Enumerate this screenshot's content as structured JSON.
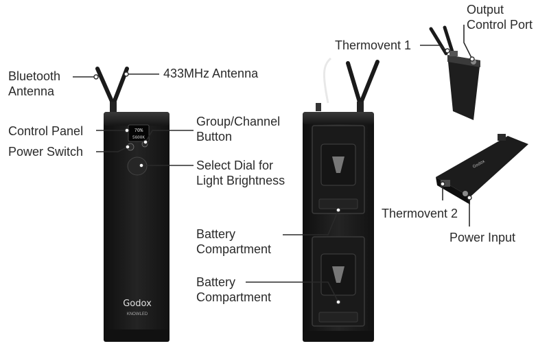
{
  "front_unit": {
    "brand": "Godox",
    "model": "KNOWLED",
    "display_top": "70%",
    "display_bottom": "5600K"
  },
  "labels": {
    "bluetooth_antenna": [
      "Bluetooth",
      "Antenna"
    ],
    "antenna_433": "433MHz Antenna",
    "control_panel": "Control Panel",
    "power_switch": "Power Switch",
    "group_channel": [
      "Group/Channel",
      "Button"
    ],
    "select_dial": [
      "Select Dial for",
      "Light Brightness"
    ],
    "battery_1": [
      "Battery",
      "Compartment"
    ],
    "battery_2": [
      "Battery",
      "Compartment"
    ],
    "thermovent_1": "Thermovent 1",
    "output_port": [
      "Output",
      "Control Port"
    ],
    "thermovent_2": "Thermovent 2",
    "power_input": "Power Input"
  },
  "colors": {
    "body": "#1c1c1c",
    "line": "#2a2a2a",
    "text": "#2a2a2a"
  }
}
